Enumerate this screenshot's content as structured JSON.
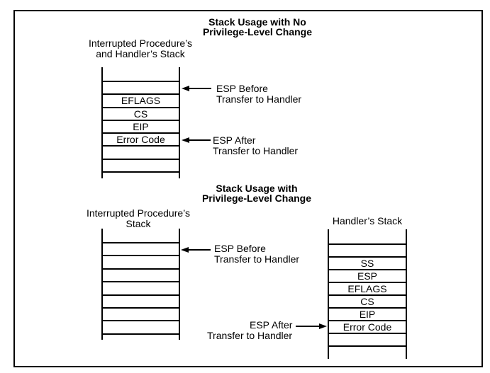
{
  "figure": {
    "colors": {
      "line": "#000000",
      "background": "#ffffff"
    },
    "top_section": {
      "title": "Stack Usage with No\nPrivilege-Level Change",
      "stack_label": "Interrupted Procedure’s\nand Handler’s Stack",
      "stack_rows": [
        "",
        "EFLAGS",
        "CS",
        "EIP",
        "Error Code",
        "",
        ""
      ],
      "esp_before_label": "ESP Before\nTransfer to Handler",
      "esp_after_label": "ESP After\nTransfer to Handler"
    },
    "bottom_section": {
      "title": "Stack Usage with\nPrivilege-Level Change",
      "left_stack_label": "Interrupted Procedure’s\nStack",
      "left_stack_rows": [
        "",
        "",
        "",
        "",
        "",
        "",
        ""
      ],
      "right_stack_label": "Handler’s Stack",
      "right_stack_rows": [
        "",
        "SS",
        "ESP",
        "EFLAGS",
        "CS",
        "EIP",
        "Error Code",
        ""
      ],
      "esp_before_label": "ESP Before\nTransfer to Handler",
      "esp_after_label_line1": "ESP After",
      "esp_after_label_line2": "Transfer to Handler"
    }
  }
}
